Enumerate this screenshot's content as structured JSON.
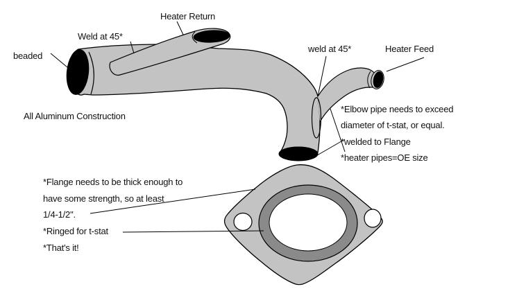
{
  "colors": {
    "pipe_fill": "#c3c3c3",
    "ring_fill": "#8a8a8a",
    "hole_fill": "#ffffff",
    "end_fill": "#000000",
    "outline": "#000000",
    "background": "#ffffff"
  },
  "callouts": {
    "heater_return": "Heater Return",
    "weld_at_45_top": "Weld at 45*",
    "beaded": "beaded",
    "weld_at_45_right": "weld at 45*",
    "heater_feed": "Heater Feed",
    "construction_note": "All Aluminum Construction"
  },
  "notes_right": {
    "lines": [
      "*Elbow pipe needs to exceed",
      "diameter of t-stat, or equal.",
      "*welded to Flange",
      "*heater pipes=OE size"
    ]
  },
  "notes_left": {
    "lines": [
      "*Flange needs to be thick enough to",
      "have some strength, so at least",
      "1/4-1/2\".",
      "*Ringed for t-stat",
      "*That's it!"
    ]
  }
}
